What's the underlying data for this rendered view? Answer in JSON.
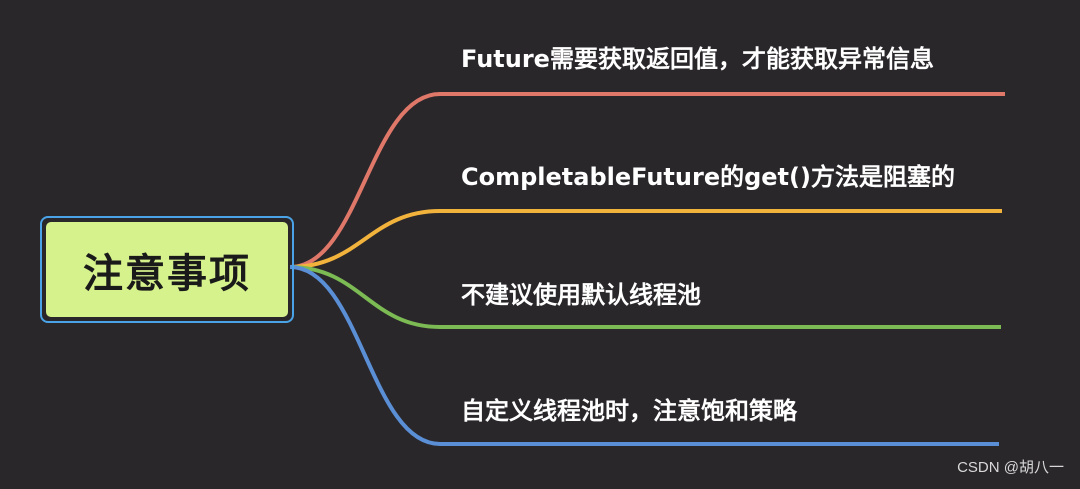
{
  "root": {
    "label": "注意事项",
    "fill": "#d6f28c",
    "border": "#4aa3e6"
  },
  "branches": [
    {
      "label": "Future需要获取返回值，才能获取异常信息",
      "color": "#e0786a"
    },
    {
      "label": "CompletableFuture的get()方法是阻塞的",
      "color": "#f2b33c"
    },
    {
      "label": "不建议使用默认线程池",
      "color": "#7cbb54"
    },
    {
      "label": "自定义线程池时，注意饱和策略",
      "color": "#5a8fd6"
    }
  ],
  "watermark": "CSDN @胡八一",
  "background": "#2a272b"
}
